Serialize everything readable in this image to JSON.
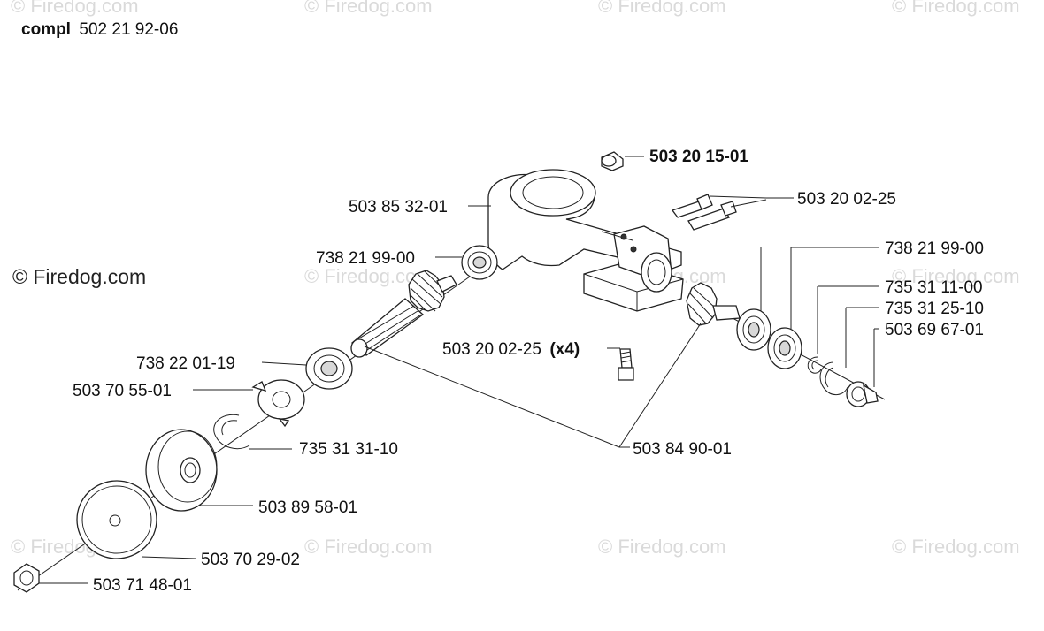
{
  "assembly": {
    "prefix": "compl",
    "number": "502 21 92-06"
  },
  "watermark": {
    "main": "© Firedog.com",
    "faint": "© Firedog.com"
  },
  "labels": {
    "p_503_20_15_01": "503 20 15-01",
    "p_503_85_32_01": "503 85 32-01",
    "p_503_20_02_25_top": "503 20 02-25",
    "p_738_21_99_00_left": "738 21 99-00",
    "p_738_21_99_00_right": "738 21 99-00",
    "p_735_31_11_00": "735 31 11-00",
    "p_735_31_25_10": "735 31 25-10",
    "p_503_69_67_01": "503 69 67-01",
    "p_503_20_02_25_x4": "503 20 02-25",
    "p_x4_qty": "(x4)",
    "p_738_22_01_19": "738 22 01-19",
    "p_503_70_55_01": "503 70 55-01",
    "p_735_31_31_10": "735 31 31-10",
    "p_503_84_90_01": "503 84 90-01",
    "p_503_89_58_01": "503 89 58-01",
    "p_503_70_29_02": "503 70 29-02",
    "p_503_71_48_01": "503 71 48-01"
  }
}
